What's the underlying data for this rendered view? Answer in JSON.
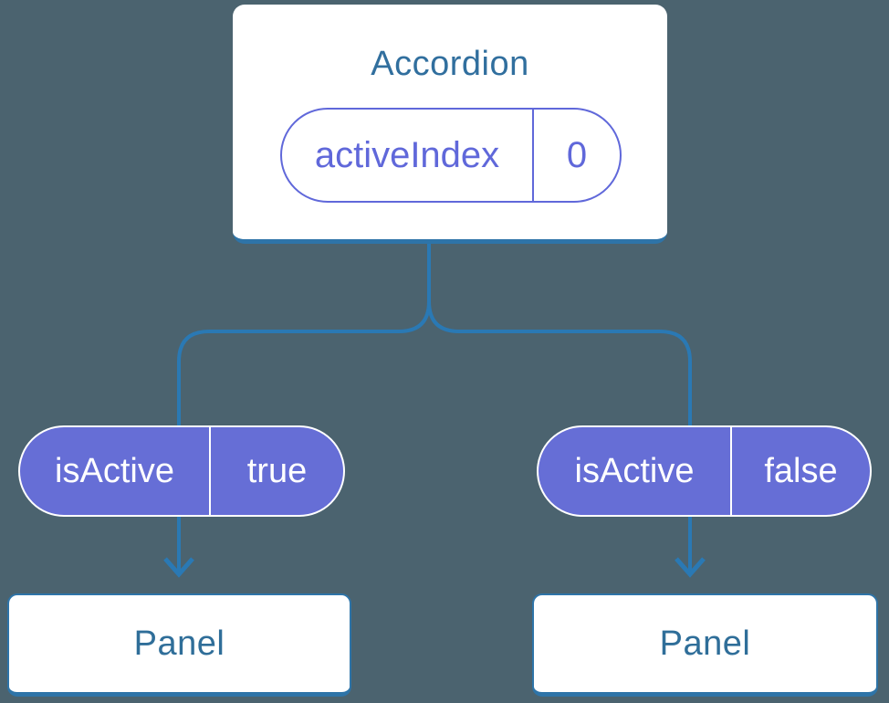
{
  "diagram": {
    "type": "component-tree",
    "colors": {
      "background": "#4B636F",
      "connector_blue": "#2A79B4",
      "card_border_blue": "#2E74A8",
      "label_text_blue": "#316F9E",
      "pill_fill_purple": "#666ED6",
      "pill_outline_purple": "#6068DA",
      "pill_text_on_fill": "#FFFFFF",
      "card_fill": "#FFFFFF"
    },
    "accordion": {
      "title": "Accordion",
      "state_pill": {
        "name": "activeIndex",
        "value": "0"
      }
    },
    "children": [
      {
        "prop_pill": {
          "name": "isActive",
          "value": "true"
        },
        "label": "Panel"
      },
      {
        "prop_pill": {
          "name": "isActive",
          "value": "false"
        },
        "label": "Panel"
      }
    ]
  }
}
